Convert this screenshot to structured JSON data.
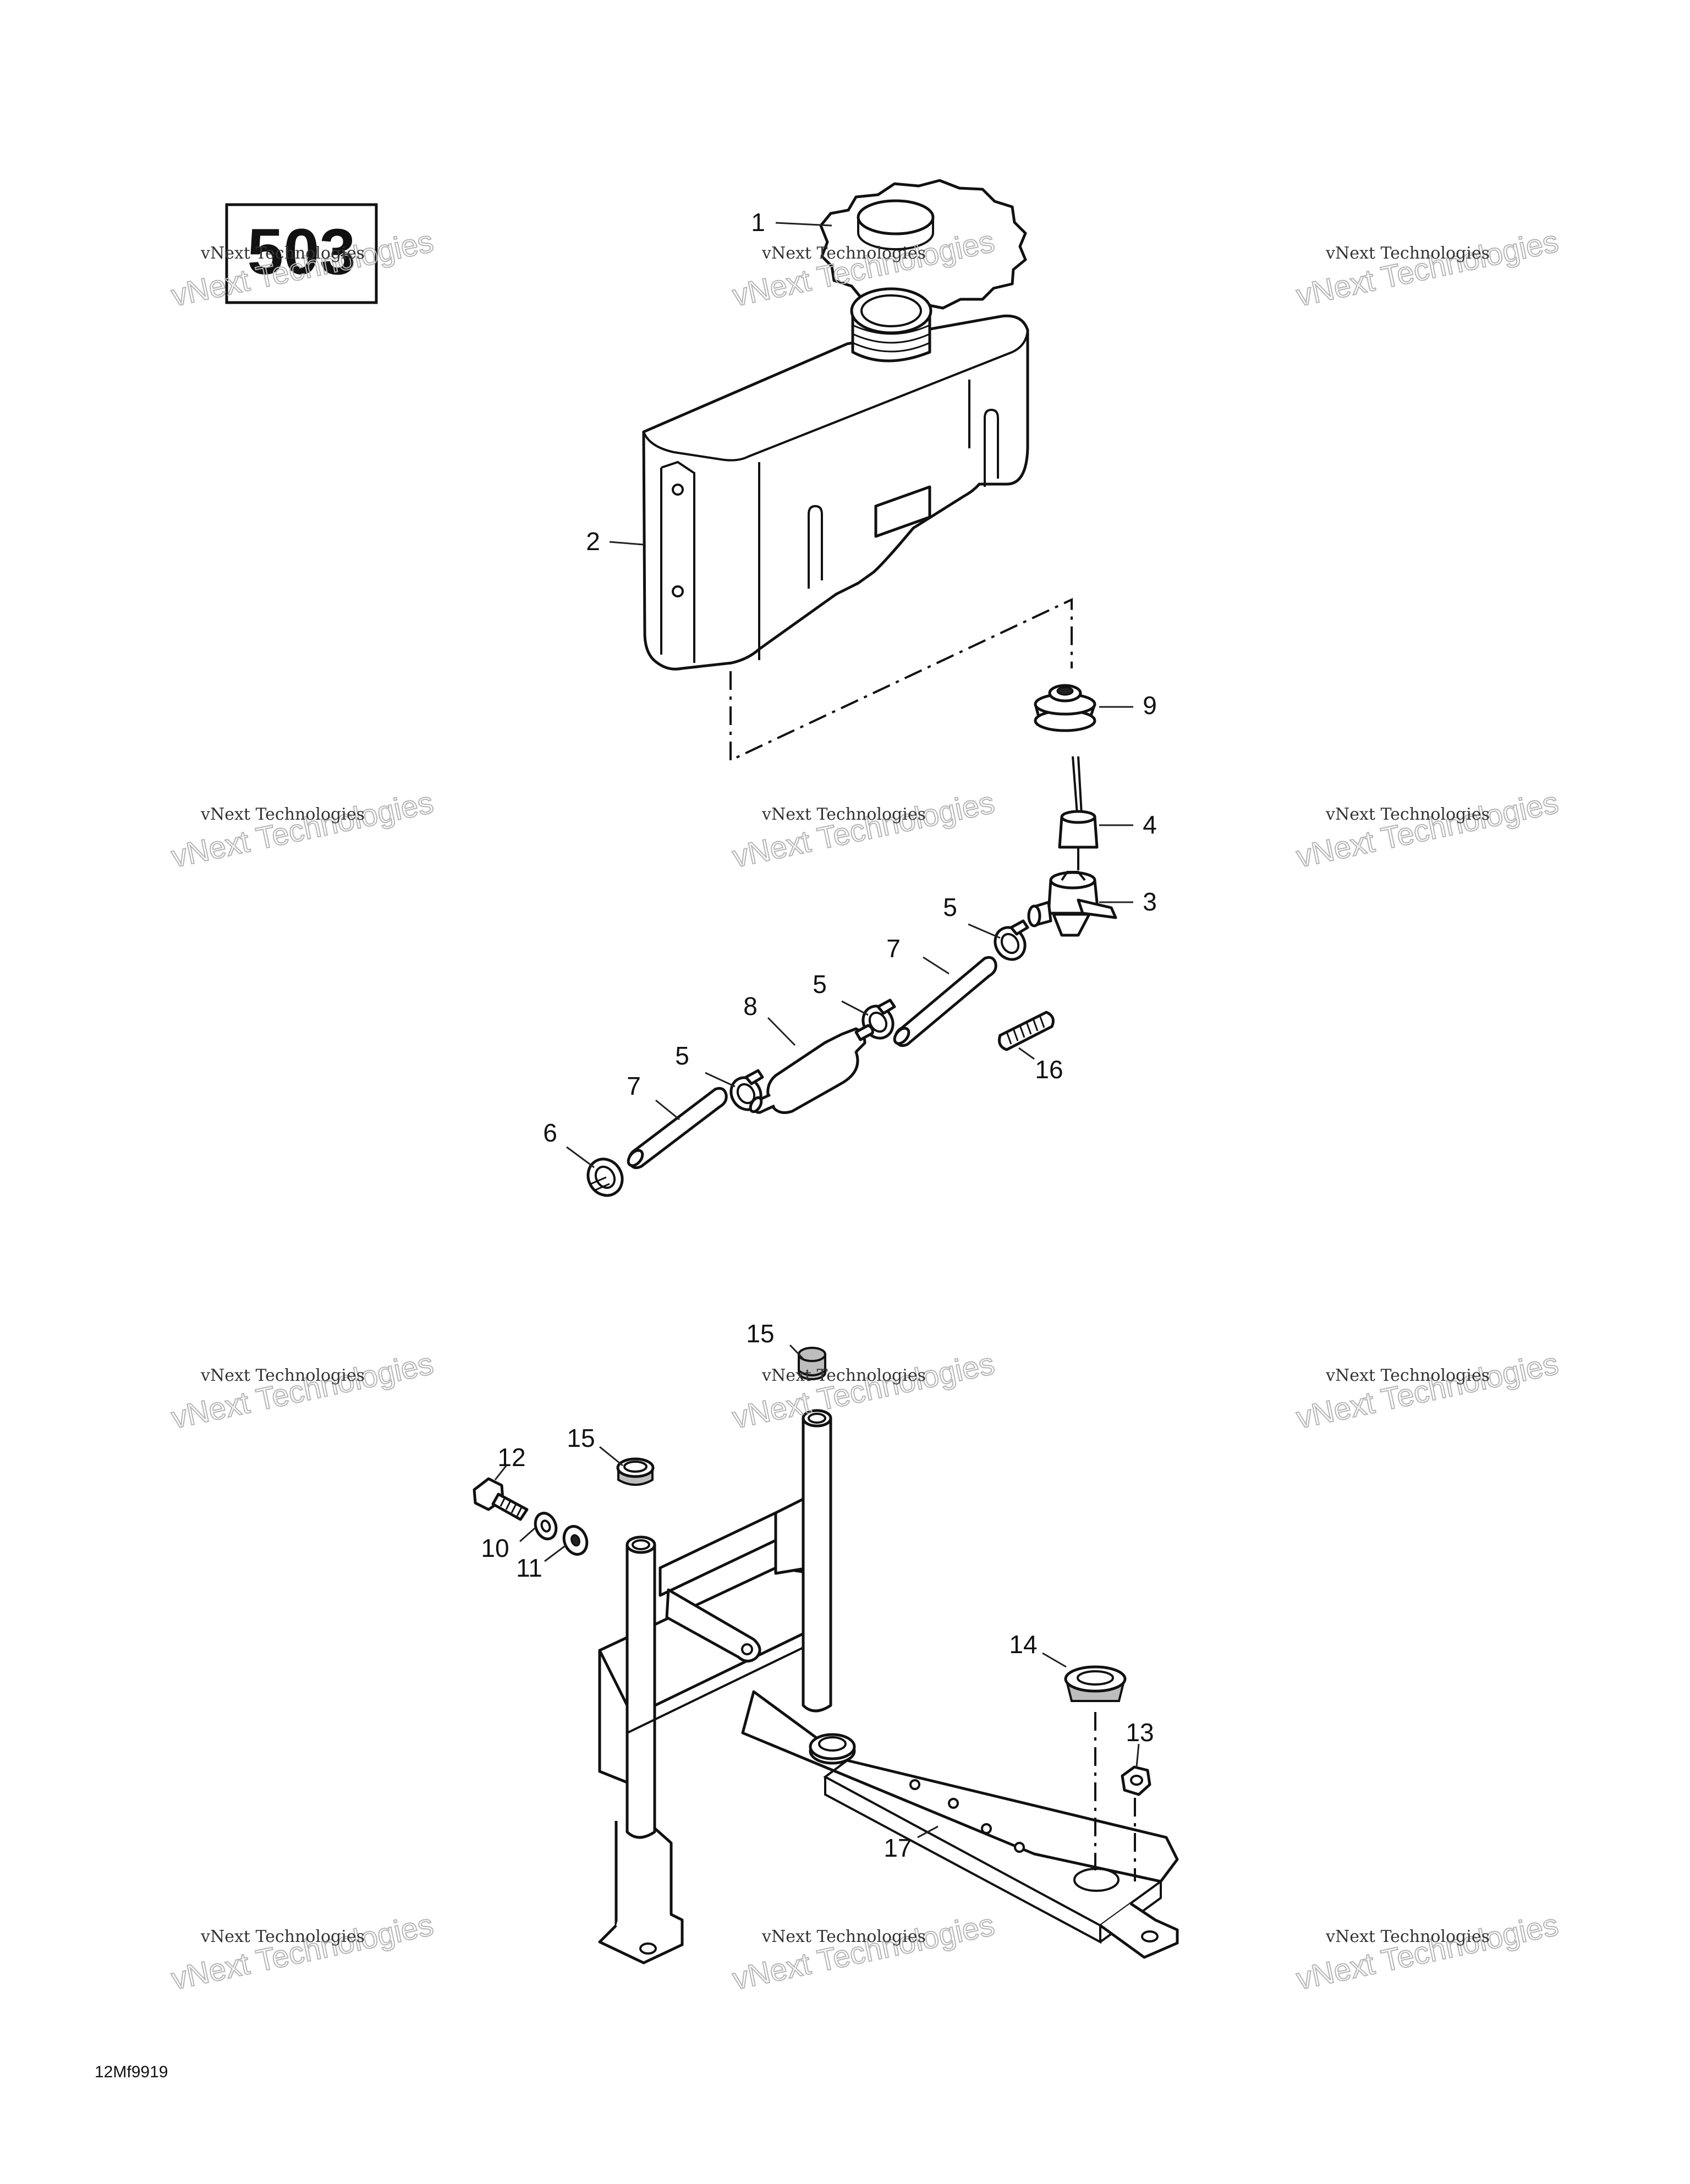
{
  "page_label": "503",
  "figure_code": "12Mf9919",
  "watermark": {
    "line1": "vNext Technologies",
    "line2": "vNext Technologies"
  },
  "callouts": [
    "1",
    "2",
    "3",
    "4",
    "5",
    "5",
    "5",
    "6",
    "7",
    "7",
    "8",
    "9",
    "10",
    "11",
    "12",
    "13",
    "14",
    "15",
    "15",
    "16",
    "17"
  ]
}
